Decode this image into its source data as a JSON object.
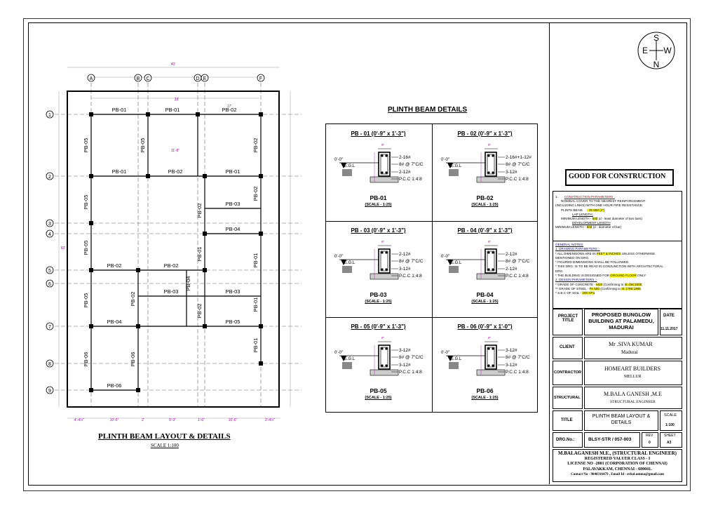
{
  "layout": {
    "title": "PLINTH BEAM LAYOUT & DETAILS",
    "scale": "SCALE 1:100",
    "grid_cols": [
      "A",
      "B",
      "C",
      "D",
      "E",
      "F"
    ],
    "grid_rows": [
      "1",
      "2",
      "3",
      "4",
      "5",
      "6",
      "7",
      "8",
      "9"
    ],
    "overall_width": "40'",
    "dim_33": "33'",
    "dim_17": "17'",
    "dim_11_8": "11'-8\"",
    "dim_60": "60'",
    "bottom_dims": [
      "4'-4½\"",
      "10'-6\"",
      "2'",
      "9'-3\"",
      "1'-6\"",
      "10'-6\"",
      "3'-4½\""
    ],
    "beams": {
      "b1a": "PB-01",
      "b1b": "PB-01",
      "b1c": "PB-02",
      "b2a": "PB-01",
      "b2b": "PB-02",
      "b2c": "PB-01",
      "b3": "PB-03",
      "b4": "PB-04",
      "b5a": "PB-02",
      "b5b": "PB-02",
      "b6a": "PB-03",
      "b6b": "PB-03",
      "b7a": "PB-04",
      "b7b": "PB-05",
      "b9": "PB-06",
      "vA1": "PB-05",
      "vA2": "PB-05",
      "vA3": "PB-05",
      "vA4": "PB-05",
      "vA5": "PB-06",
      "vB1": "PB-05",
      "vB2": "PB-02",
      "vB3": "PB-06",
      "vD1": "PB-02",
      "vD2": "PB-01",
      "vD3": "PB-02",
      "vD4": "PB-04",
      "vF1": "PB-02",
      "vF2": "PB-02",
      "vF3": "PB-01",
      "vF4": "PB-01",
      "vF5": "PB-01"
    }
  },
  "details": {
    "heading": "PLINTH BEAM DETAILS",
    "level": "0'-0\"",
    "egl": "E.G.L",
    "pcc": "P.C.C 1:4:8",
    "scale": "(SCALE - 1:25)",
    "width_dim": "9\"",
    "panels": [
      {
        "title": "PB - 01  (0'-9\" x 1'-3\")",
        "top": "2-16#",
        "stirrup": "8# @ 7\"C/C",
        "bottom": "2-12#",
        "name": "PB-01"
      },
      {
        "title": "PB - 02  (0'-9\" x 1'-3\")",
        "top": "2-16#+1-12#",
        "stirrup": "8# @ 7\"C/C",
        "bottom": "3-12#",
        "name": "PB-02"
      },
      {
        "title": "PB - 03  (0'-9\" x 1'-3\")",
        "top": "2-12#",
        "stirrup": "8# @ 7\"C/C",
        "bottom": "3-12#",
        "name": "PB-03"
      },
      {
        "title": "PB - 04  (0'-9\" x 1'-3\")",
        "top": "2-12#",
        "stirrup": "8# @ 7\"C/C",
        "bottom": "2-12#",
        "name": "PB-04"
      },
      {
        "title": "PB - 05  (0'-9\" x 1'-3\")",
        "top": "3-12#",
        "stirrup": "8# @ 7\"C/C",
        "bottom": "3-12#",
        "name": "PB-05"
      },
      {
        "title": "PB - 06  (0'-9\" x 1'-0\")",
        "top": "3-12#",
        "stirrup": "8# @ 7\"C/C",
        "bottom": "3-12#",
        "name": "PB-06"
      }
    ]
  },
  "north": {
    "s": "S",
    "e": "E",
    "w": "W",
    "n": "N"
  },
  "good": "GOOD FOR CONSTRUCTION",
  "notes": {
    "cp_title": "CONSTRUCTION PARAMETERS :",
    "cp1": "NOMINAL COVER TO THE NEAREST REINFORCEMENT",
    "cp2": "(INCLUDING LINKS) WITH ONE HOUR FIRE RESISTANCE.",
    "cp3": "PLINTH BEAM",
    "cp3v": "- 25 MM (1\")",
    "lap": "LAP LENGTH:",
    "lap_min": "MINIMUM LENGTH -",
    "lap_v": "50d",
    "lap_d": "(d - least diameter of two bars)",
    "dev": "DEVELOPMENT LENGTH",
    "dev_min": "MINIMUM LENGTH -",
    "dev_v": "50d",
    "dev_d": "(d - diameter of bar)",
    "gn_title": "GENERAL NOTES:",
    "dp_title": "1. DRAWING PARAMETERS :-",
    "g1": "* ALL DIMENSIONS ARE IN",
    "g1v": "FEET & INCHES",
    "g1b": "UNLESS OTHERWISE",
    "g2": "MENTIONED ON DRG.",
    "g3": "* FIGURED DIMENSIONS SHALL BE FOLLOWED.",
    "g4": "* THIS DRG. IS TO BE READ IN CONJUNCTION WITH ARCHITECTURAL",
    "g5": "DRG.",
    "g6": "* THE BUILDING IS DESIGNED FOR",
    "g6v": "GROUND FLOOR",
    "g6b": "ONLY",
    "dsp": "2. DESIGN PARAMETERS :-",
    "c1": "* GRADE OF CONCRETE  -",
    "c1v": "M20",
    "c1c": "(Confirming to",
    "c1cv": "IS 456:2000",
    "c2": "** GRADE OF STEEL  -",
    "c2v": "Fe 500",
    "c2c": "(Confirming to",
    "c2cv": "IS 1786:1985",
    "c3": "* S.B.C OF SOIL  -",
    "c3v": "200 KPa"
  },
  "titleblock": {
    "project_label": "PROJECT TITLE",
    "project_title": "PROPOSED BUNGLOW BUILDING AT PALAMEDU, MADURAI",
    "date_label": "DATE",
    "date": "11.11.2017",
    "client_label": "CLIENT",
    "client": "Mr .SIVA KUMAR",
    "client_city": "Madurai",
    "contractor_label": "CONTRACTOR",
    "contractor": "HOMEART BUILDERS",
    "contractor_city": "MELLUR",
    "structural_label": "STRUCTURAL",
    "structural": "M.BALA GANESH ,M.E",
    "structural_role": "STRUCTURAL ENGINEER",
    "title_label": "TITLE",
    "title": "PLINTH BEAM LAYOUT & DETAILS",
    "scale_label": "SCALE",
    "scale": "1:100",
    "drg_label": "DRG.No.:",
    "drg": "BLSY-STR / 057-003",
    "rev_label": "REV",
    "rev": "0",
    "sheet_label": "SHEET",
    "sheet": "A3",
    "f1": "M.BALAGANESH M.E., (STRUCTURAL ENGINEER)",
    "f2": "REGISTERED VALUER CLASS - I",
    "f3": "LICENSE NO -2001 (CORPORATION OF CHENNAI)",
    "f4": "PALAVAKKAM, CHENNAI - 600041.",
    "f5": "Contact  No - 9840316479 , Email Id - erbal.umma@gmail.com"
  }
}
